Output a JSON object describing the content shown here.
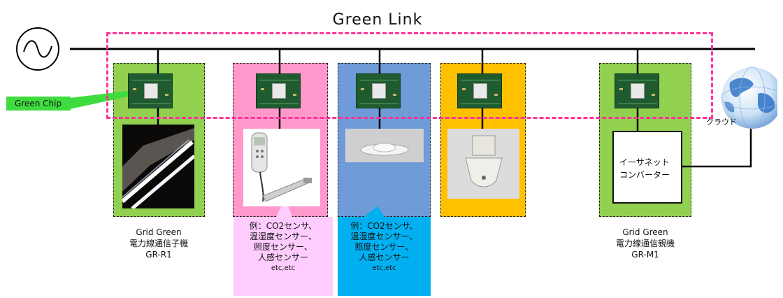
{
  "title": "Green Link",
  "green_chip_label": "Green Chip",
  "colors": {
    "green_panel": "#92d050",
    "pink_panel": "#ff99cc",
    "blue_panel": "#6f9bd8",
    "orange_panel": "#ffc000",
    "pink_callout": "#ffccff",
    "cyan_callout": "#00b0f0",
    "chip_label": "#3fdc3f",
    "link_border": "#ff3399"
  },
  "devices": {
    "slave": {
      "caption": [
        "Grid Green",
        "電力線通信子機",
        "GR-R1"
      ],
      "photo": "fluorescent-light"
    },
    "sensor1": {
      "photo": "handheld-co2-sensor"
    },
    "sensor2": {
      "photo": "ceiling-sensor"
    },
    "sensor3": {
      "photo": "downlight-fixture"
    },
    "master": {
      "caption": [
        "Grid Green",
        "電力線通信親機",
        "GR-M1"
      ]
    }
  },
  "callouts": {
    "pink": [
      "例：CO2センサ、",
      "温湿度センサー、",
      "照度センサー、",
      "人感センサー",
      "etc,etc"
    ],
    "cyan": [
      "例：CO2センサ、",
      "温湿度センサー、",
      "照度センサー、",
      "人感センサー",
      "etc,etc"
    ]
  },
  "converter": [
    "イーサネット",
    "コンバーター"
  ],
  "cloud_label": "クラウド",
  "icons": [
    "ac-power-icon",
    "globe-icon",
    "chip-icon"
  ]
}
